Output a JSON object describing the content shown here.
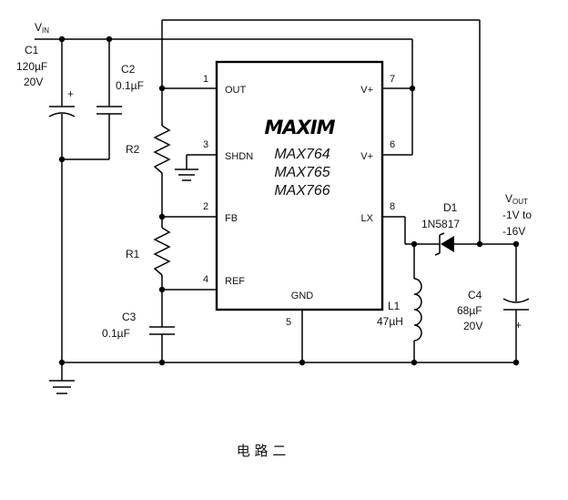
{
  "vin": {
    "main": "V",
    "sub": "IN"
  },
  "vout": {
    "main": "V",
    "sub": "OUT",
    "range_line1": "-1V to",
    "range_line2": "-16V"
  },
  "ic": {
    "logo": "MAXIM",
    "parts": [
      "MAX764",
      "MAX765",
      "MAX766"
    ],
    "pins": {
      "out": "OUT",
      "shdn": "SHDN",
      "fb": "FB",
      "ref": "REF",
      "gnd": "GND",
      "vplus1": "V+",
      "vplus2": "V+",
      "lx": "LX"
    },
    "pin_numbers": {
      "out": "1",
      "shdn": "3",
      "fb": "2",
      "ref": "4",
      "gnd": "5",
      "vplus1": "7",
      "vplus2": "6",
      "lx": "8"
    }
  },
  "components": {
    "c1": {
      "name": "C1",
      "value": "120µF",
      "rating": "20V",
      "polarity": "+"
    },
    "c2": {
      "name": "C2",
      "value": "0.1µF"
    },
    "c3": {
      "name": "C3",
      "value": "0.1µF"
    },
    "c4": {
      "name": "C4",
      "value": "68µF",
      "rating": "20V",
      "polarity": "+"
    },
    "r1": {
      "name": "R1"
    },
    "r2": {
      "name": "R2"
    },
    "l1": {
      "name": "L1",
      "value": "47µH"
    },
    "d1": {
      "name": "D1",
      "part": "1N5817"
    }
  },
  "caption": "电 路 二"
}
